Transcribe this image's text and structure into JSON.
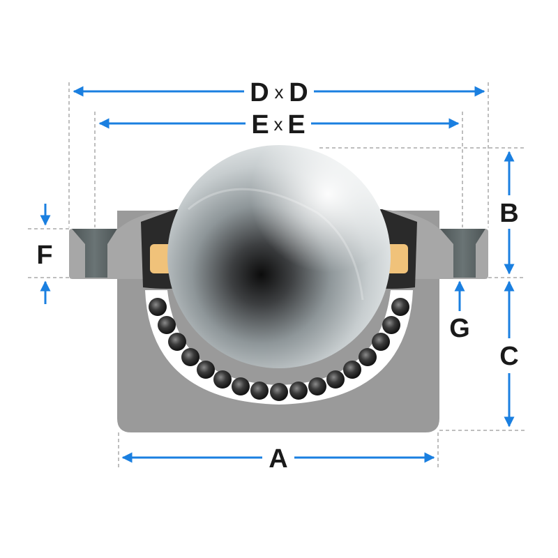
{
  "labels": {
    "d_d": {
      "left": "D",
      "sep": "x",
      "right": "D"
    },
    "e_e": {
      "left": "E",
      "sep": "x",
      "right": "E"
    },
    "a": "A",
    "b": "B",
    "c": "C",
    "f": "F",
    "g": "G"
  },
  "colors": {
    "arrow": "#1a7fe0",
    "housing": "#9a9a9a",
    "flange": "#a7a7a7",
    "bolt": "#5c6566",
    "seal": "#2a2a2a",
    "pad": "#f0c27a",
    "dashed": "#a9a9a9",
    "label": "#1a1a1a"
  },
  "icons": {
    "arrow": "double-headed-dimension-arrow",
    "ball": "chrome-ball-sphere",
    "bearing": "bearing-ball"
  }
}
